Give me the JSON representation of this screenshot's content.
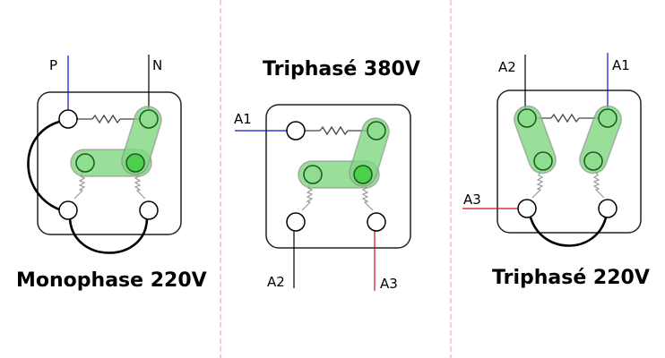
{
  "colors": {
    "divider": "#e8a0a0",
    "phase_blue": "#1010d0",
    "phase_red": "#d01010",
    "neutral_black": "#000000",
    "bridge_green": "#7fd67f"
  },
  "panels": [
    {
      "id": "monophase",
      "title": "Monophase 220V",
      "labels": {
        "left_top": "P",
        "right_top": "N"
      }
    },
    {
      "id": "tri380",
      "title": "Triphasé 380V",
      "labels": {
        "a1": "A1",
        "a2": "A2",
        "a3": "A3"
      }
    },
    {
      "id": "tri220",
      "title": "Triphasé 220V",
      "labels": {
        "a1": "A1",
        "a2": "A2",
        "a3": "A3"
      }
    }
  ]
}
